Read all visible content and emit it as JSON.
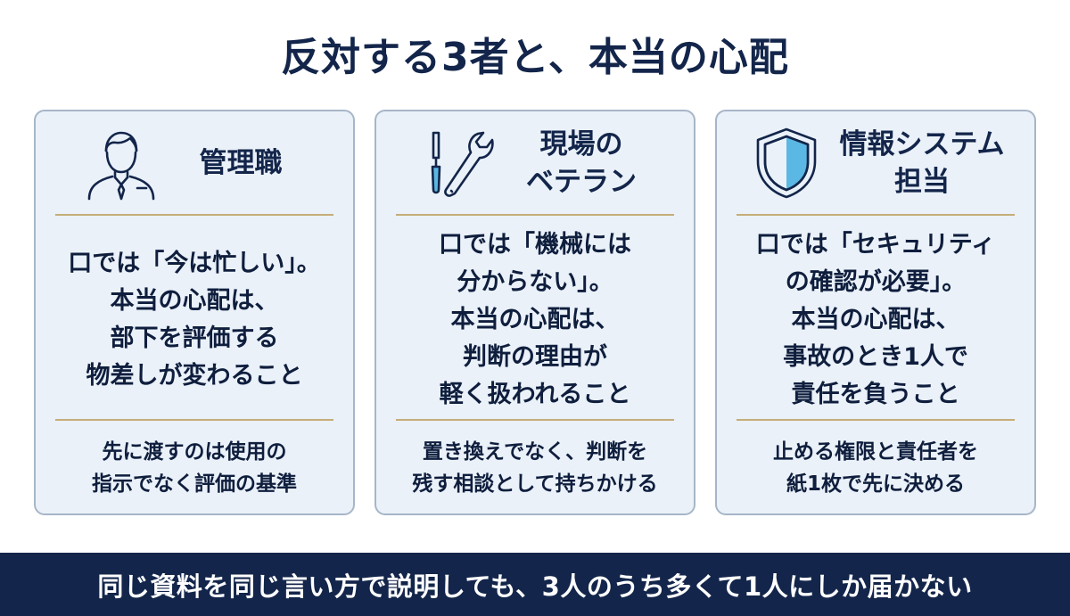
{
  "title": "反対する3者と、本当の心配",
  "colors": {
    "navy": "#13254a",
    "card_background": "#eaf1f9",
    "divider_gold": "#c5ad78",
    "shield_blue": "#5bb7e3"
  },
  "cards": [
    {
      "icon": "manager-icon",
      "title_lines": [
        "管理職"
      ],
      "main_lines": [
        "口では「今は忙しい」。",
        "本当の心配は、",
        "部下を評価する",
        "物差しが変わること"
      ],
      "foot_lines": [
        "先に渡すのは使用の",
        "指示でなく評価の基準"
      ]
    },
    {
      "icon": "tools-icon",
      "title_lines": [
        "現場の",
        "ベテラン"
      ],
      "main_lines": [
        "口では「機械には",
        "分からない」。",
        "本当の心配は、",
        "判断の理由が",
        "軽く扱われること"
      ],
      "foot_lines": [
        "置き換えでなく、判断を",
        "残す相談として持ちかける"
      ]
    },
    {
      "icon": "shield-icon",
      "title_lines": [
        "情報システム",
        "担当"
      ],
      "main_lines": [
        "口では「セキュリティ",
        "の確認が必要」。",
        "本当の心配は、",
        "事故のとき1人で",
        "責任を負うこと"
      ],
      "foot_lines": [
        "止める権限と責任者を",
        "紙1枚で先に決める"
      ]
    }
  ],
  "footer": "同じ資料を同じ言い方で説明しても、3人のうち多くて1人にしか届かない"
}
